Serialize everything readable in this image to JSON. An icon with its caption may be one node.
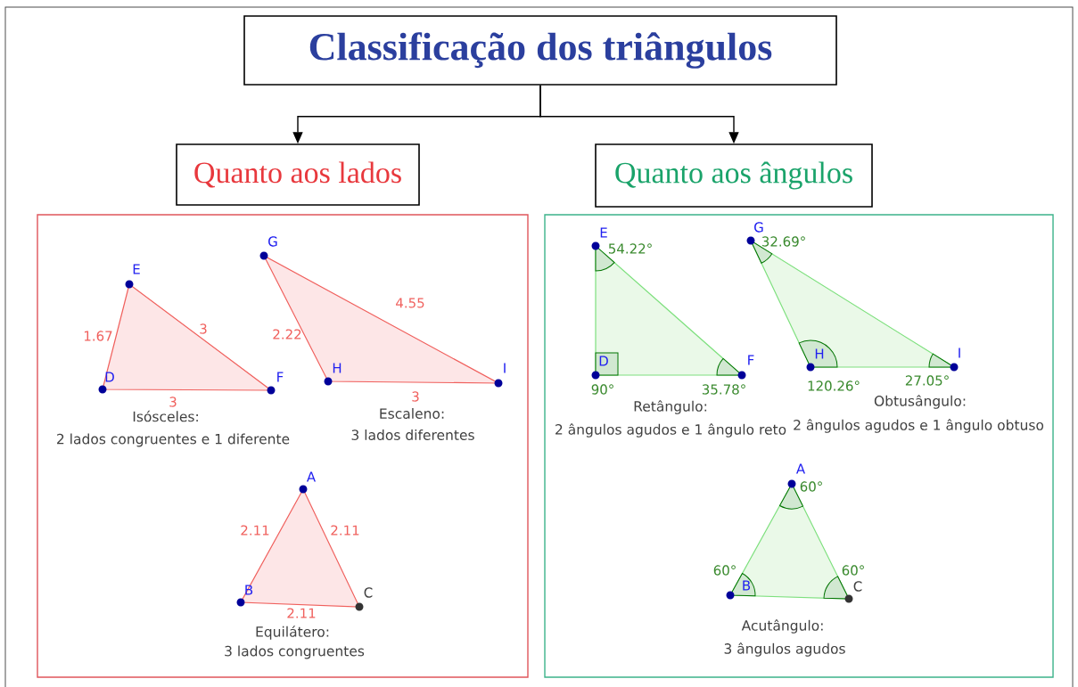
{
  "diagram": {
    "nodes": [
      {
        "text": [
          "Classificação dos triângulos"
        ]
      },
      {
        "text": [
          "Quanto aos lados"
        ]
      },
      {
        "text": [
          "Quanto aos ângulos"
        ]
      },
      {
        "text": [],
        "shape": "box"
      },
      {
        "text": [
          "E",
          "D",
          "F",
          "1.67",
          "3",
          "3"
        ],
        "in": 3,
        "beside": [
          "Isósceles:",
          "2 lados congruentes e 1 diferente"
        ]
      },
      {
        "text": [
          "G",
          "H",
          "I",
          "2.22",
          "4.55",
          "3"
        ],
        "in": 3,
        "beside": [
          "Escaleno:",
          "3 lados diferentes"
        ]
      },
      {
        "text": [
          "A",
          "B",
          "C",
          "2.11",
          "2.11",
          "2.11"
        ],
        "in": 3,
        "beside": [
          "Equilátero:",
          "3 lados congruentes"
        ]
      },
      {
        "text": [],
        "shape": "box"
      },
      {
        "text": [
          "E",
          "D",
          "F",
          "54.22°",
          "90°",
          "35.78°"
        ],
        "in": 7,
        "beside": [
          "Retângulo:",
          "2 ângulos agudos e 1 ângulo reto"
        ]
      },
      {
        "text": [
          "G",
          "H",
          "I",
          "32.69°",
          "120.26°",
          "27.05°"
        ],
        "in": 7,
        "beside": [
          "Obtusângulo:",
          "2 ângulos agudos e 1 ângulo obtuso"
        ]
      },
      {
        "text": [
          "A",
          "B",
          "C",
          "60°",
          "60°",
          "60°"
        ],
        "in": 7,
        "beside": [
          "Acutângulo:",
          "3 ângulos agudos"
        ]
      }
    ],
    "edges": [
      {
        "from": 0,
        "to": 1,
        "arrow": "to"
      },
      {
        "from": 0,
        "to": 2,
        "arrow": "to"
      }
    ]
  }
}
